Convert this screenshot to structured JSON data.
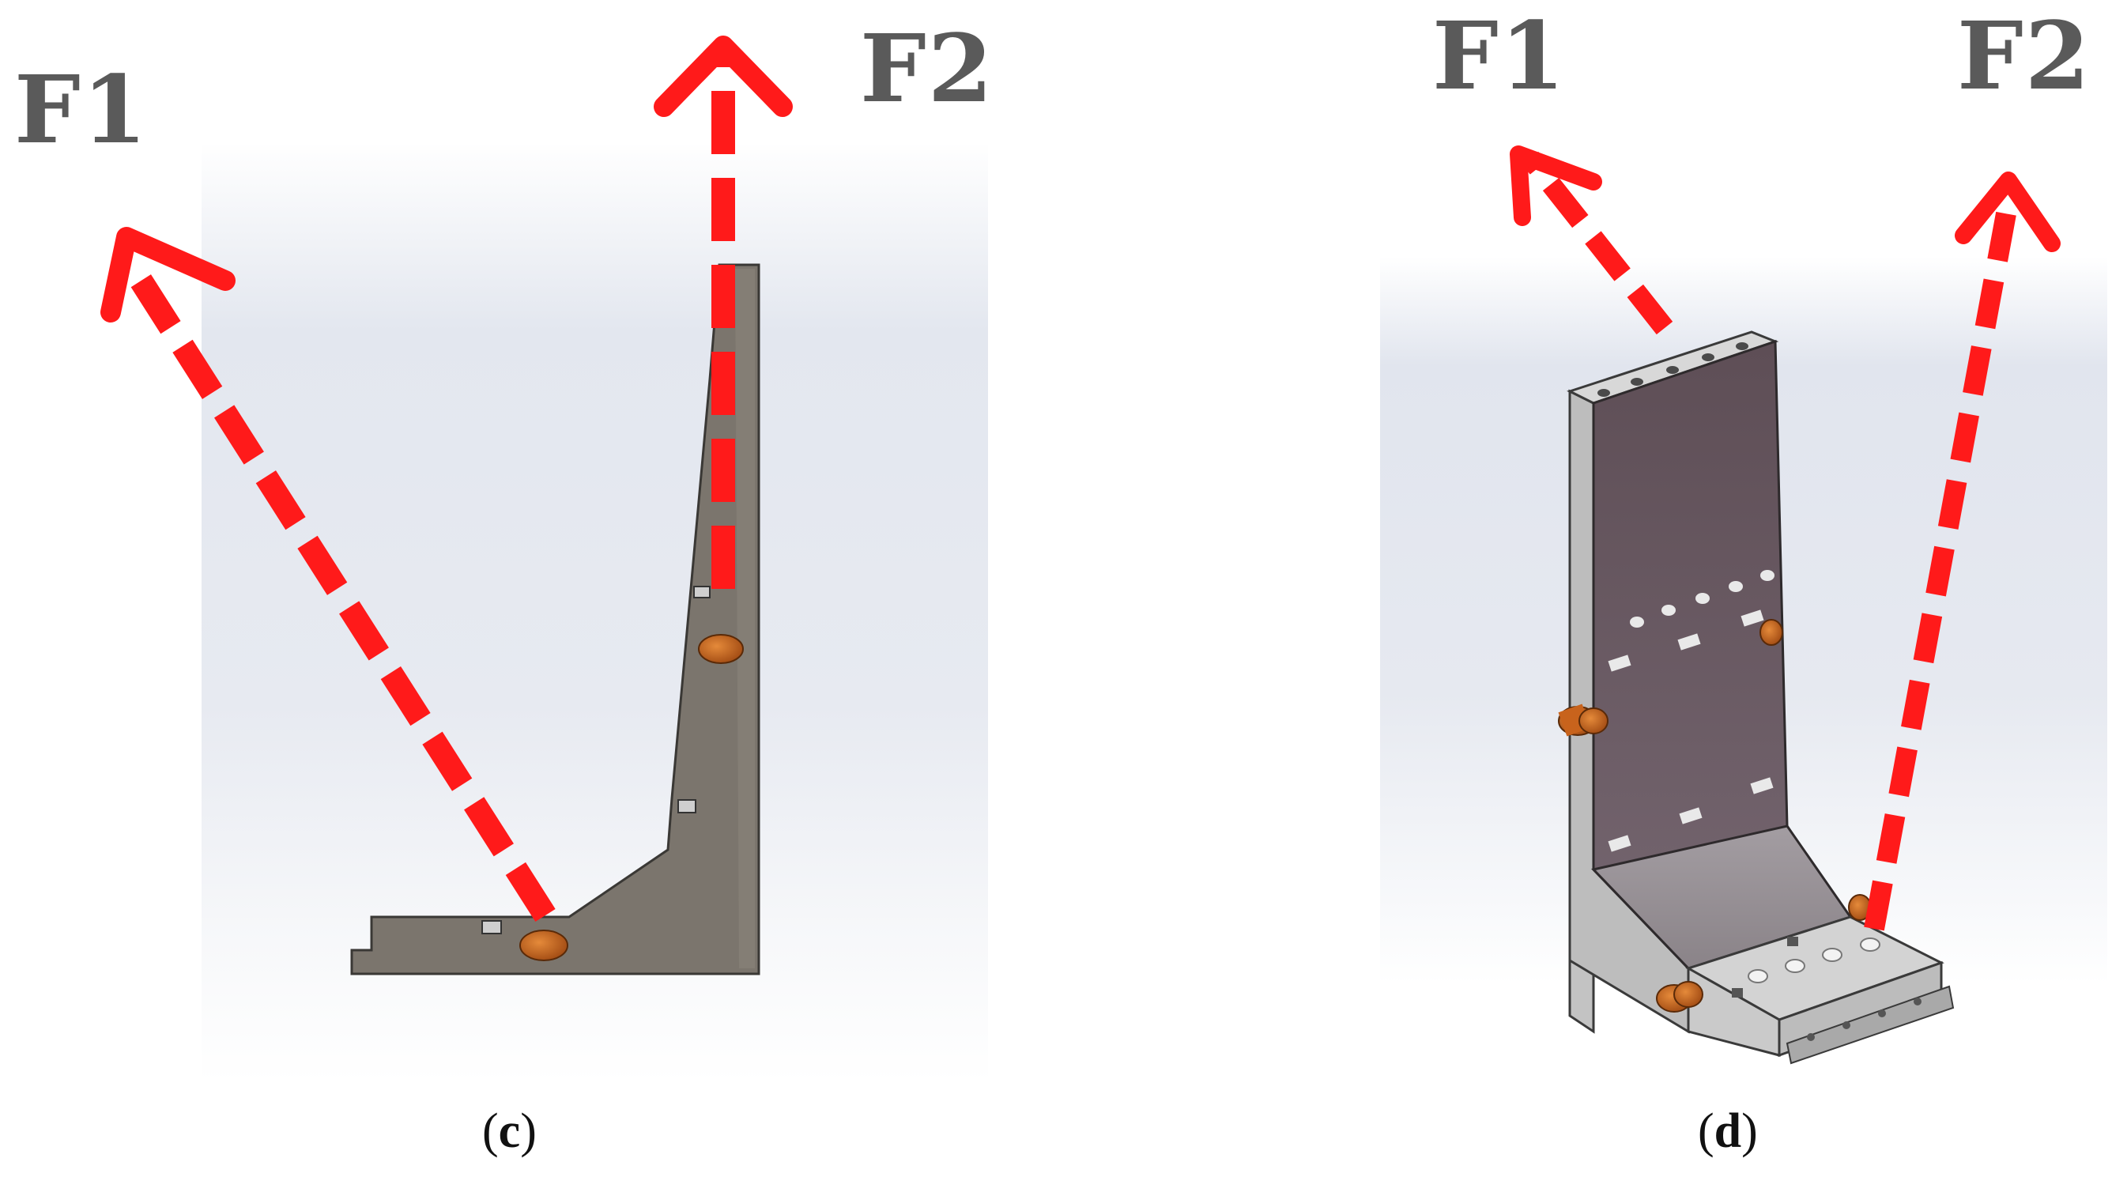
{
  "panels": [
    {
      "id": "c",
      "caption_open": "(",
      "caption_letter": "c",
      "caption_close": ")",
      "force_labels": [
        "F1",
        "F2"
      ]
    },
    {
      "id": "d",
      "caption_open": "(",
      "caption_letter": "d",
      "caption_close": ")",
      "force_labels": [
        "F1",
        "F2"
      ]
    }
  ],
  "colors": {
    "arrow": "#ff1a1a",
    "label": "#5a5a5a",
    "bracket_side": "#7b756d",
    "bracket_face_3d": "#6b5b62",
    "bracket_light": "#bdbdbd",
    "bolt": "#c8631c"
  }
}
